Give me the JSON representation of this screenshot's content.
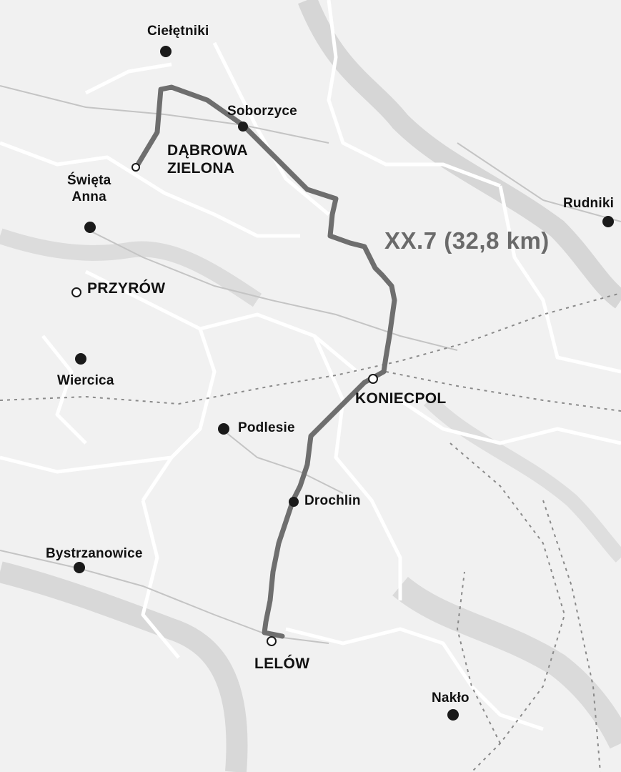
{
  "map": {
    "route": {
      "label": "XX.7 (32,8 km)",
      "color": "#6e6e6e"
    },
    "towns": {
      "cieletniki": "Ciełętniki",
      "soborzyce": "Soborzyce",
      "dabrowa_line1": "DĄBROWA",
      "dabrowa_line2": "ZIELONA",
      "swieta_line1": "Święta",
      "swieta_line2": "Anna",
      "przyrow": "PRZYRÓW",
      "wiercica": "Wiercica",
      "rudniki": "Rudniki",
      "koniecpol": "KONIECPOL",
      "podlesie": "Podlesie",
      "drochlin": "Drochlin",
      "bystrzanowice": "Bystrzanowice",
      "lelow": "LELÓW",
      "naklo": "Nakło"
    },
    "colors": {
      "background": "#f1f1f1",
      "boundary": "#ffffff",
      "river": "#d4d4d4",
      "town_dot": "#1a1a1a"
    }
  }
}
